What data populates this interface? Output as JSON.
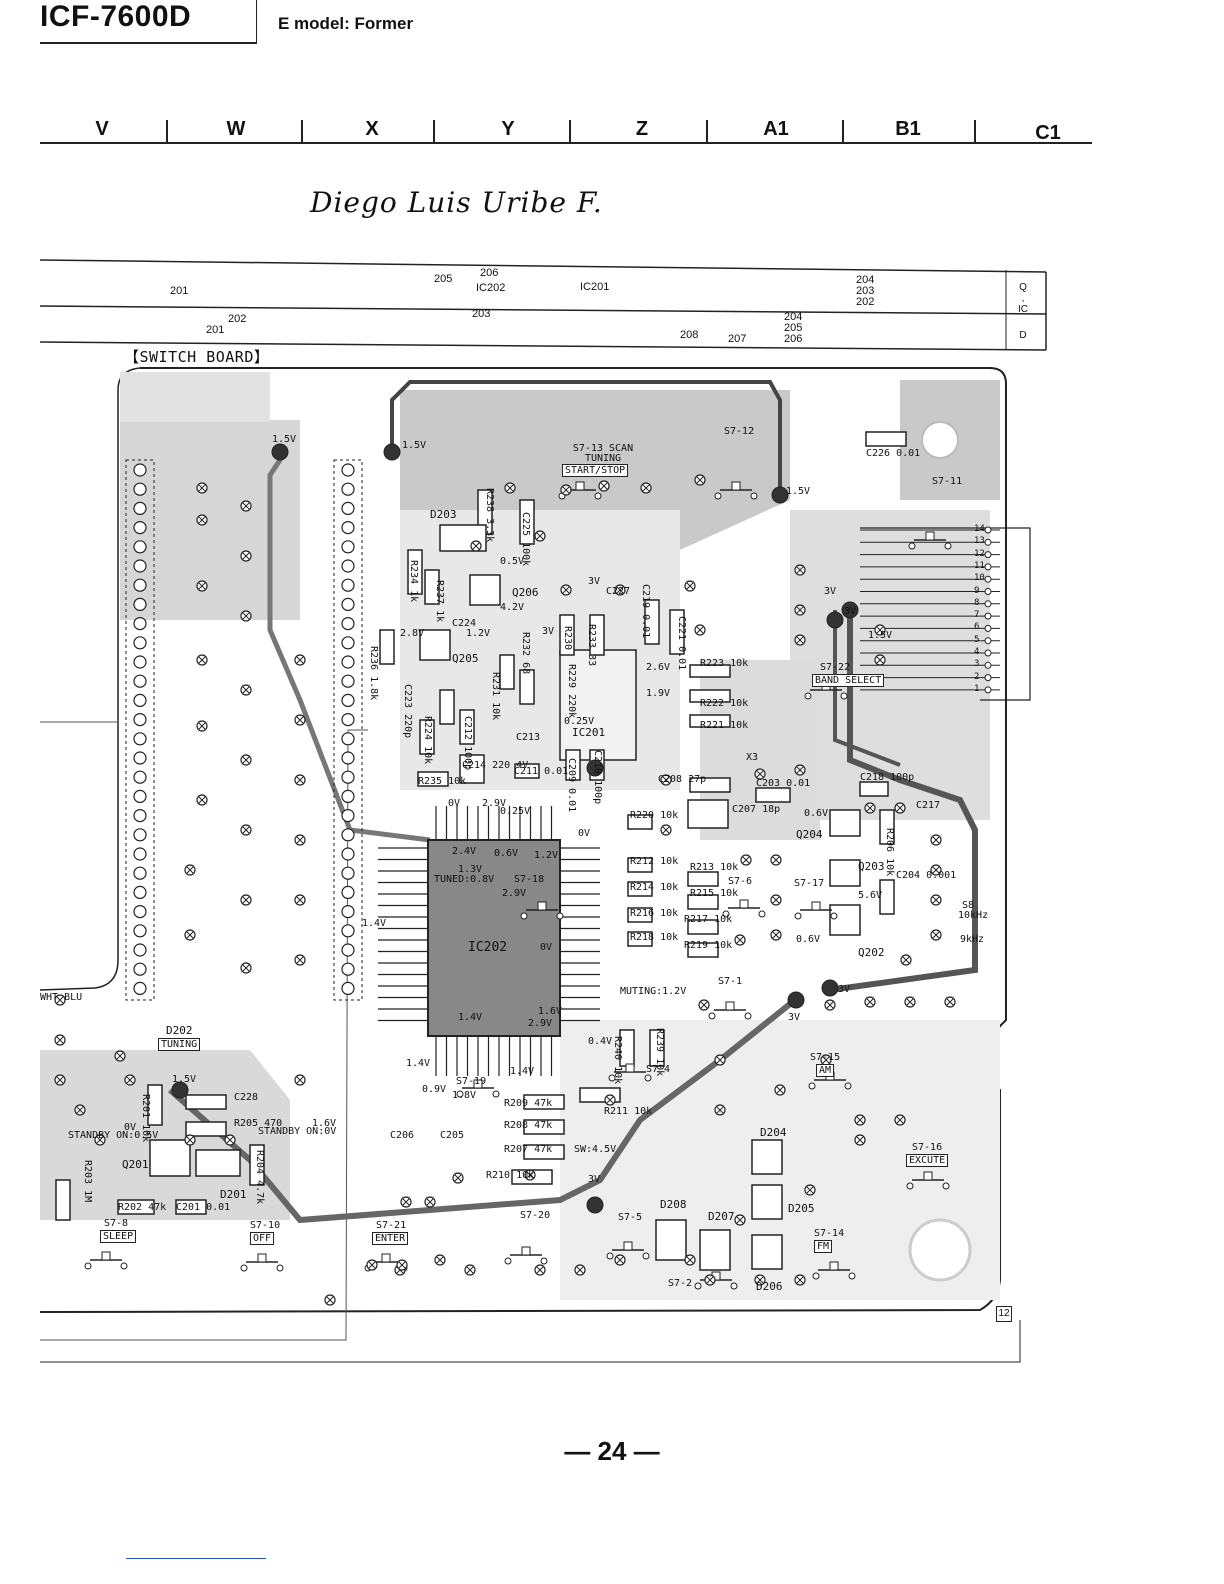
{
  "header": {
    "model": "ICF-7600D",
    "variant": "E model: Former"
  },
  "columns": [
    "V",
    "W",
    "X",
    "Y",
    "Z",
    "A1",
    "B1",
    "C1"
  ],
  "signature": "Diego Luis Uribe F.",
  "ref_table": {
    "q_row": [
      "201",
      "205",
      "206",
      "IC202",
      "IC201",
      "204",
      "203",
      "202"
    ],
    "d_row": [
      "202",
      "201",
      "203",
      "208",
      "207",
      "204",
      "205",
      "206"
    ],
    "side_q": "Q\n,\nIC",
    "side_d": "D"
  },
  "section_title": "【SWITCH BOARD】",
  "board_labels": {
    "ic202": "IC202",
    "ic201": "IC201",
    "q205": "Q205",
    "q206": "Q206",
    "q204": "Q204",
    "q203": "Q203",
    "q202": "Q202",
    "q201": "Q201",
    "d203": "D203",
    "d202": "D202",
    "d201": "D201",
    "d204": "D204",
    "d205": "D205",
    "d206": "D206",
    "d207": "D207",
    "d208": "D208",
    "x3": "X3",
    "tuning": "TUNING",
    "scan_tuning": "S7-13 SCAN TUNING",
    "start_stop": "START/STOP",
    "band_select": "BAND SELECT",
    "s7_22": "S7-22",
    "s7_12": "S7-12",
    "s7_11": "S7-11",
    "s7_17": "S7-17",
    "s7_18": "S7-18",
    "s7_6": "S7-6",
    "s7_1": "S7-1",
    "s7_4": "S7-4",
    "s7_15": "S7-15",
    "am": "AM",
    "s7_16": "S7-16",
    "excute": "EXCUTE",
    "s7_14": "S7-14",
    "fm": "FM",
    "s7_8": "S7-8",
    "sleep": "SLEEP",
    "s7_10": "S7-10",
    "off": "OFF",
    "s7_21": "S7-21",
    "enter": "ENTER",
    "s7_20": "S7-20",
    "s7_5": "S7-5",
    "s7_2": "S7-2",
    "s7_19": "S7-19",
    "s8": "S8",
    "khz10": "10kHz",
    "khz9": "9kHz",
    "muting": "MUTING:1.2V",
    "tuned": "TUNED:0.8V",
    "standby_on_left": "STANDBY ON:0.5V",
    "standby_on_right": "STANDBY ON:0V",
    "sw45": "SW:4.5V",
    "wht_blu": "WHT BLU",
    "c226": "C226 0.01",
    "c203": "C203 0.01",
    "c208": "C208 27p",
    "c207": "C207 18p",
    "c218": "C218 100p",
    "c217": "C217",
    "c204": "C204 0.001",
    "r223": "R223 10k",
    "r222": "R222 10k",
    "r221": "R221 10k",
    "r220": "R220 10k",
    "r212": "R212 10k",
    "r213": "R213 10k",
    "r214": "R214 10k",
    "r215": "R215 10k",
    "r216": "R216 10k",
    "r217": "R217 10k",
    "r218": "R218 10k",
    "r219": "R219 10k",
    "r209": "R209 47k",
    "r208": "R208 47k",
    "r207": "R207 47k",
    "r210": "R210 10k",
    "r211": "R211 10k",
    "r240": "R240 10k",
    "r239": "R239 10k",
    "r201": "R201 10k",
    "r202": "R202 47k",
    "r203": "R203 1M",
    "r204": "R204 4.7k",
    "r205": "R205 470",
    "r206": "R206 10k",
    "c201": "C201 0.01",
    "c228": "C228",
    "c205": "C205",
    "c206": "C206",
    "c224": "C224",
    "c223": "C223 220p",
    "r224": "R224 10k",
    "c212": "C212 100p",
    "r235": "R235 10k",
    "c214": "C214 220 4V",
    "c213": "C213",
    "c211": "C211 0.01",
    "c209": "C209 0.01",
    "c210": "C210 100p",
    "r229": "R229 220k",
    "r231": "R231 10k",
    "r232": "R232 68",
    "r230": "R230",
    "r233": "R233 33",
    "c227": "C227",
    "c219": "C219 0.01",
    "c221": "C221 0.01",
    "r236": "R236 1.8k",
    "r234": "R234 1k",
    "r237": "R237 1k",
    "r238": "R238 3.3k",
    "c225": "C225 100k",
    "v15": "1.5V",
    "v3": "3V",
    "v12": "1.2V",
    "v28": "2.8V",
    "v05": "0.5V",
    "v42": "4.2V",
    "v26": "2.6V",
    "v19": "1.9V",
    "v025": "0.25V",
    "v24": "2.4V",
    "v06": "0.6V",
    "v13": "1.3V",
    "v29": "2.9V",
    "v0": "0V",
    "v14": "1.4V",
    "v16": "1.6V",
    "v09": "0.9V",
    "v18": "1.8V",
    "v04": "0.4V",
    "v56": "5.6V"
  },
  "connector_pins": [
    "14",
    "13",
    "12",
    "11",
    "10",
    "9",
    "8",
    "7",
    "6",
    "5",
    "4",
    "3",
    "2",
    "1"
  ],
  "page_number": "— 24 —",
  "board_tag": "12"
}
